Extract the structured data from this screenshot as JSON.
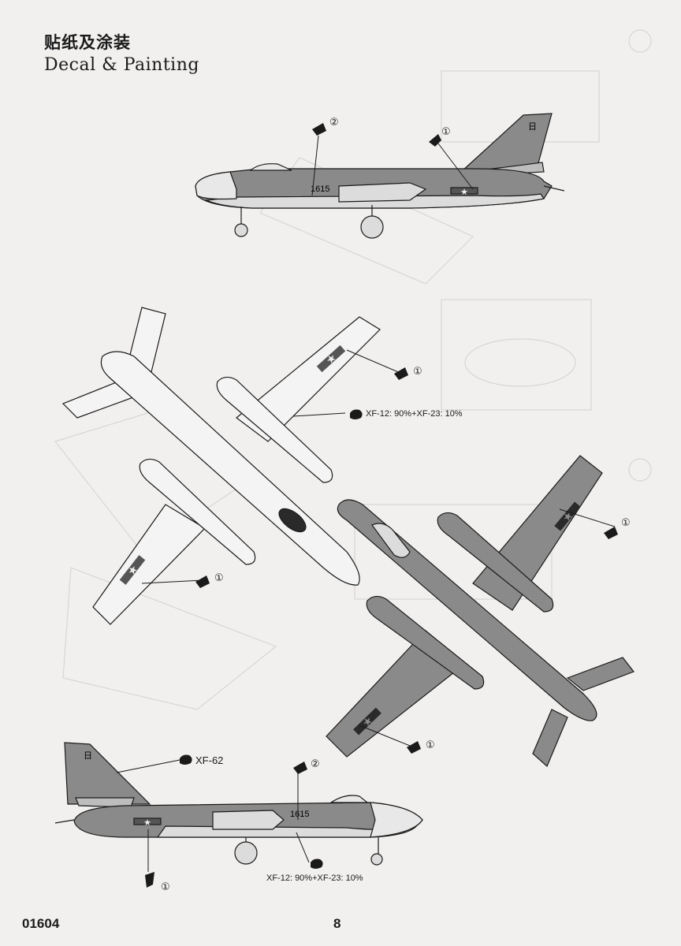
{
  "header": {
    "title_cn": "贴纸及涂装",
    "title_en": "Decal & Painting"
  },
  "markers": {
    "decal_1": "①",
    "decal_2": "②"
  },
  "paint": {
    "underside_mix": "XF-12: 90%+XF-23: 10%",
    "upper_color": "XF-62"
  },
  "aircraft": {
    "serial": "1615",
    "tail_mark": "日"
  },
  "footer": {
    "kit_number": "01604",
    "page_number": "8"
  },
  "colors": {
    "paper": "#f1f0ee",
    "upper_paint": "#8a8a8a",
    "lower_paint": "#dcdcdc",
    "ink": "#1a1a1a"
  }
}
